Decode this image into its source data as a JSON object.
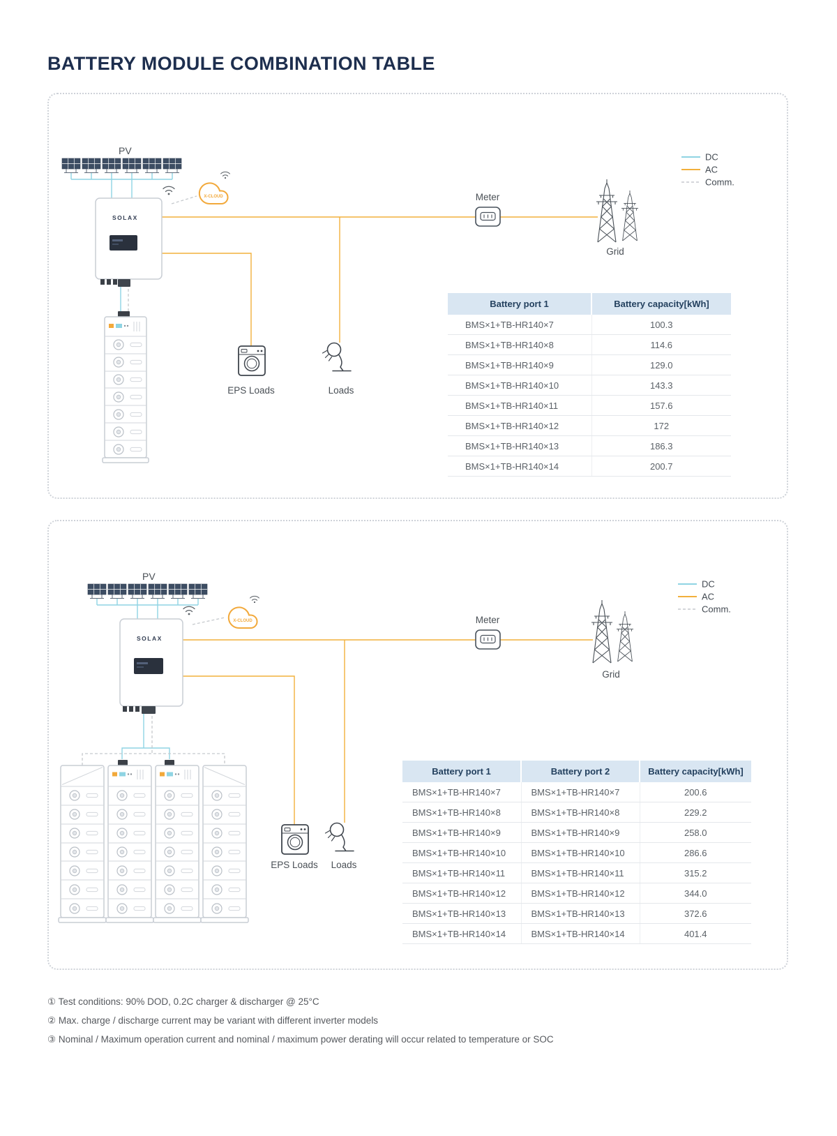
{
  "page": {
    "title": "BATTERY MODULE COMBINATION TABLE",
    "notes": [
      "① Test conditions: 90% DOD, 0.2C charger & discharger @ 25°C",
      "② Max. charge / discharge current may be variant with different inverter models",
      "③ Nominal / Maximum operation current and nominal / maximum power derating will occur related to temperature or SOC"
    ]
  },
  "legend": {
    "dc": "DC",
    "ac": "AC",
    "comm": "Comm."
  },
  "colors": {
    "dc": "#8fd4e3",
    "ac": "#f2b03c",
    "comm": "#c5c9cd",
    "table_header_bg": "#d9e6f2",
    "title_text": "#1d2e4e"
  },
  "diagram1": {
    "labels": {
      "pv": "PV",
      "brand": "SOLAX",
      "cloud": "X-CLOUD",
      "meter": "Meter",
      "grid": "Grid",
      "eps_loads": "EPS Loads",
      "loads": "Loads"
    },
    "table": {
      "headers": [
        "Battery port 1",
        "Battery capacity[kWh]"
      ],
      "rows": [
        [
          "BMS×1+TB-HR140×7",
          "100.3"
        ],
        [
          "BMS×1+TB-HR140×8",
          "114.6"
        ],
        [
          "BMS×1+TB-HR140×9",
          "129.0"
        ],
        [
          "BMS×1+TB-HR140×10",
          "143.3"
        ],
        [
          "BMS×1+TB-HR140×11",
          "157.6"
        ],
        [
          "BMS×1+TB-HR140×12",
          "172"
        ],
        [
          "BMS×1+TB-HR140×13",
          "186.3"
        ],
        [
          "BMS×1+TB-HR140×14",
          "200.7"
        ]
      ]
    }
  },
  "diagram2": {
    "labels": {
      "pv": "PV",
      "brand": "SOLAX",
      "cloud": "X-CLOUD",
      "meter": "Meter",
      "grid": "Grid",
      "eps_loads": "EPS Loads",
      "loads": "Loads"
    },
    "table": {
      "headers": [
        "Battery port 1",
        "Battery port 2",
        "Battery capacity[kWh]"
      ],
      "rows": [
        [
          "BMS×1+TB-HR140×7",
          "BMS×1+TB-HR140×7",
          "200.6"
        ],
        [
          "BMS×1+TB-HR140×8",
          "BMS×1+TB-HR140×8",
          "229.2"
        ],
        [
          "BMS×1+TB-HR140×9",
          "BMS×1+TB-HR140×9",
          "258.0"
        ],
        [
          "BMS×1+TB-HR140×10",
          "BMS×1+TB-HR140×10",
          "286.6"
        ],
        [
          "BMS×1+TB-HR140×11",
          "BMS×1+TB-HR140×11",
          "315.2"
        ],
        [
          "BMS×1+TB-HR140×12",
          "BMS×1+TB-HR140×12",
          "344.0"
        ],
        [
          "BMS×1+TB-HR140×13",
          "BMS×1+TB-HR140×13",
          "372.6"
        ],
        [
          "BMS×1+TB-HR140×14",
          "BMS×1+TB-HR140×14",
          "401.4"
        ]
      ]
    }
  }
}
